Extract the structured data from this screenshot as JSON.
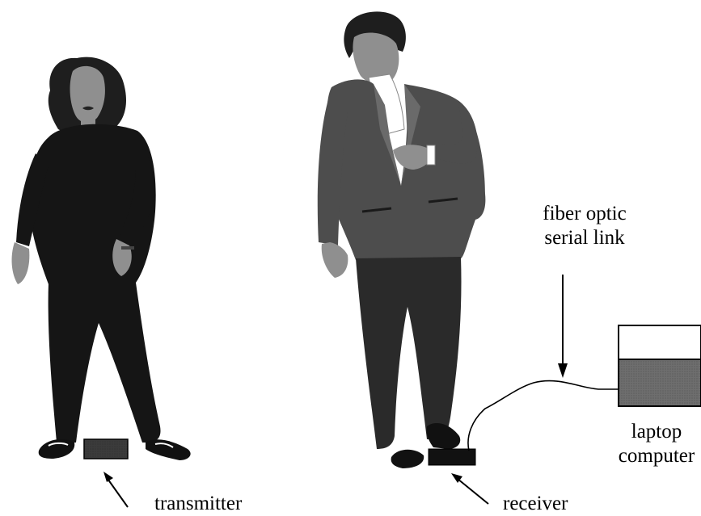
{
  "labels": {
    "fiber_optic": [
      "fiber optic",
      "serial link"
    ],
    "laptop": [
      "laptop",
      "computer"
    ],
    "transmitter": "transmitter",
    "receiver": "receiver"
  },
  "colors": {
    "woman_clothing": "#151515",
    "man_jacket": "#4d4d4d",
    "man_trousers": "#2a2a2a",
    "skin": "#8f8f8f",
    "hair": "#1e1e1e",
    "transmitter_box": "#3b3b3b",
    "receiver_box": "#111111",
    "laptop_base": "#6e6e6e",
    "laptop_screen": "#ffffff"
  }
}
